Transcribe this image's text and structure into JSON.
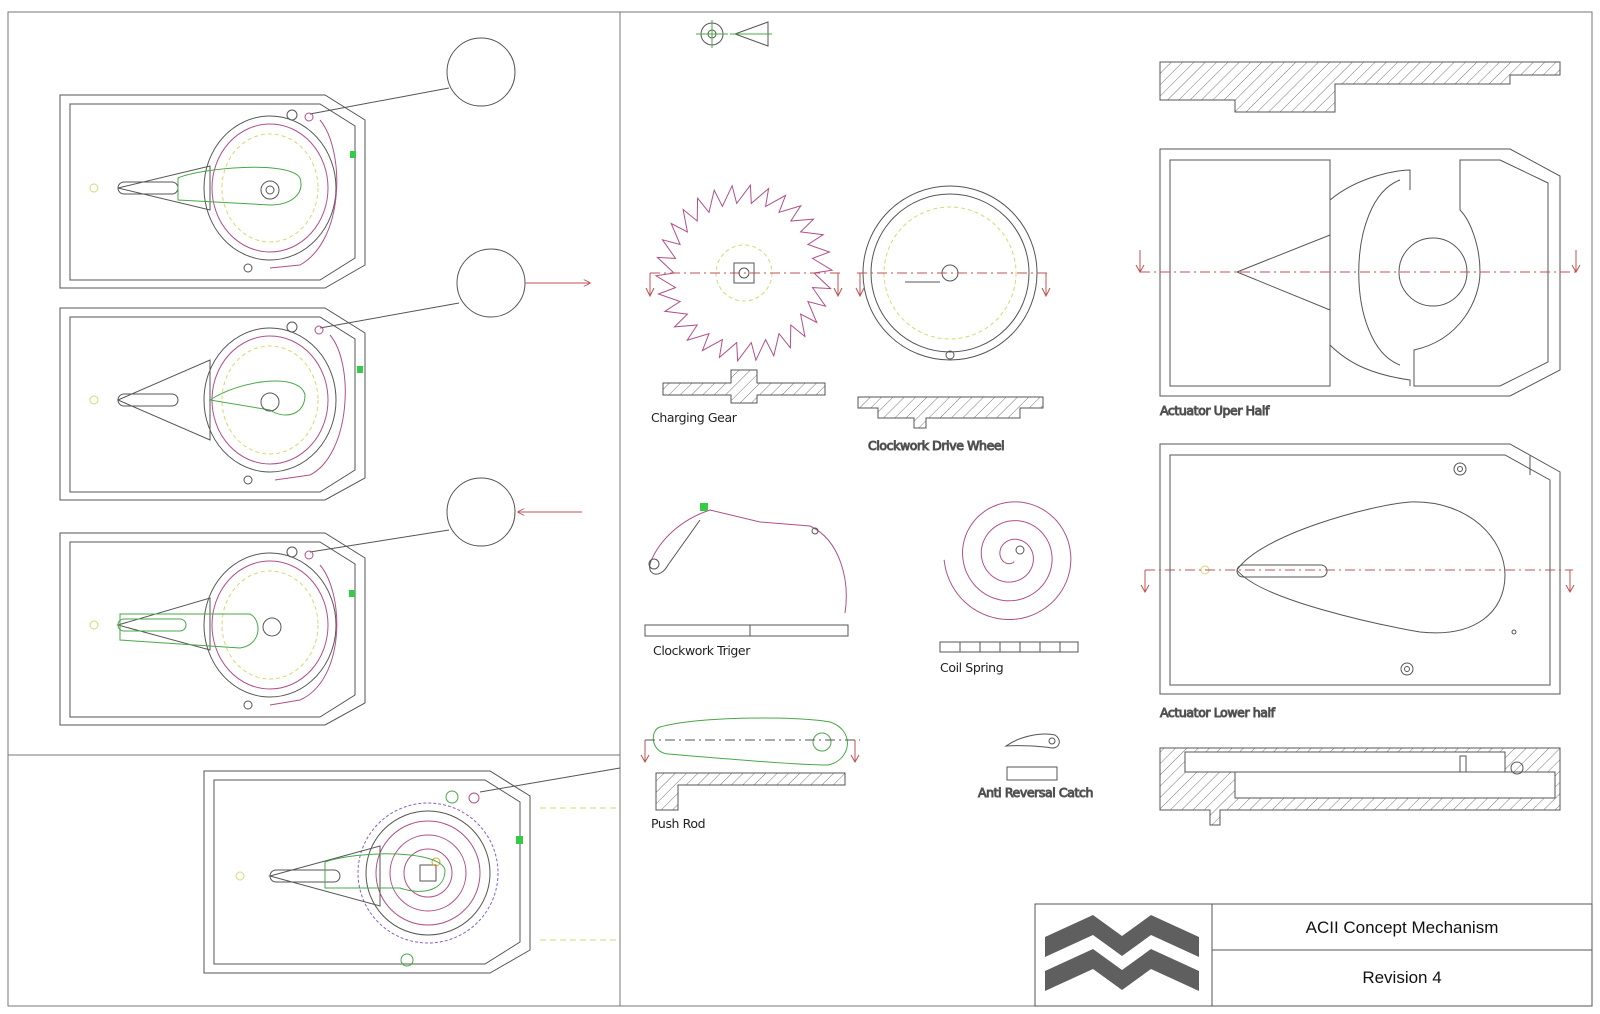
{
  "colors": {
    "line": "#555555",
    "magenta": "#b0508a",
    "green": "#48a848",
    "yellow": "#d8d870",
    "purple": "#8a60c8",
    "red": "#c05050",
    "highlight": "#33cc44",
    "logo": "#5f5f5f"
  },
  "labels": {
    "charging_gear": "Charging Gear",
    "clockwork_drive_wheel": "Clockwork Drive Wheel",
    "actuator_upper_half": "Actuator Uper Half",
    "clockwork_trigger": "Clockwork Triger",
    "coil_spring": "Coil Spring",
    "actuator_lower_half": "Actuator Lower half",
    "push_rod": "Push Rod",
    "anti_reversal_catch": "Anti Reversal Catch"
  },
  "title_block": {
    "title": "ACII Concept Mechanism",
    "revision": "Revision 4",
    "logo_icon": "chevron-logo-icon"
  }
}
